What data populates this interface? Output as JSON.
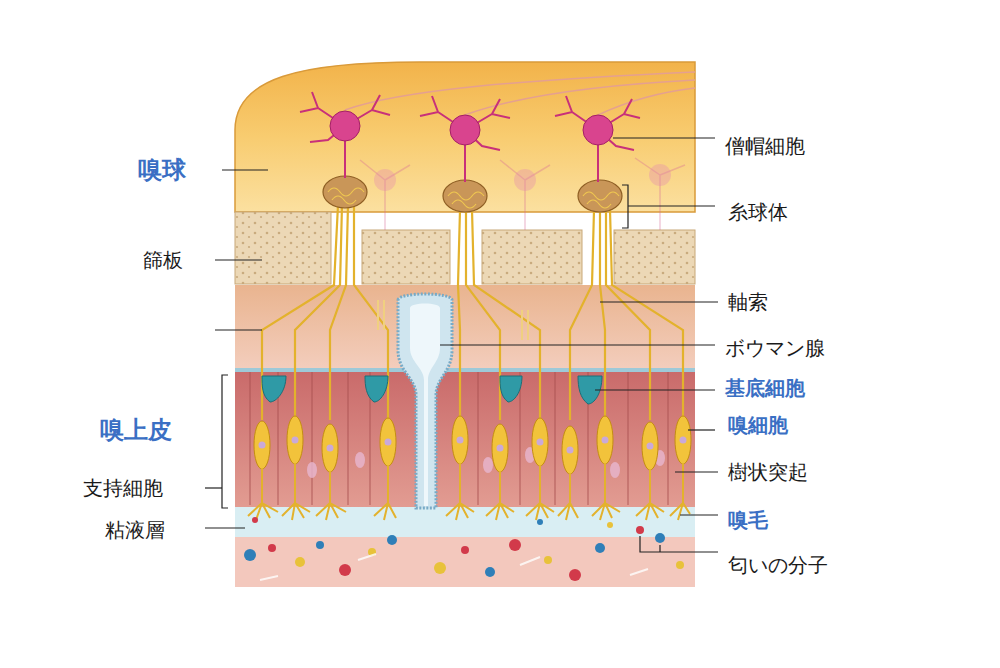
{
  "diagram": {
    "labels": [
      "嗅球",
      "篩板",
      "嗅上皮",
      "支持細胞",
      "粘液層",
      "僧帽細胞",
      "糸球体",
      "軸索",
      "ボウマン腺",
      "基底細胞",
      "嗅細胞",
      "樹状突起",
      "嗅毛",
      "匂いの分子"
    ]
  }
}
